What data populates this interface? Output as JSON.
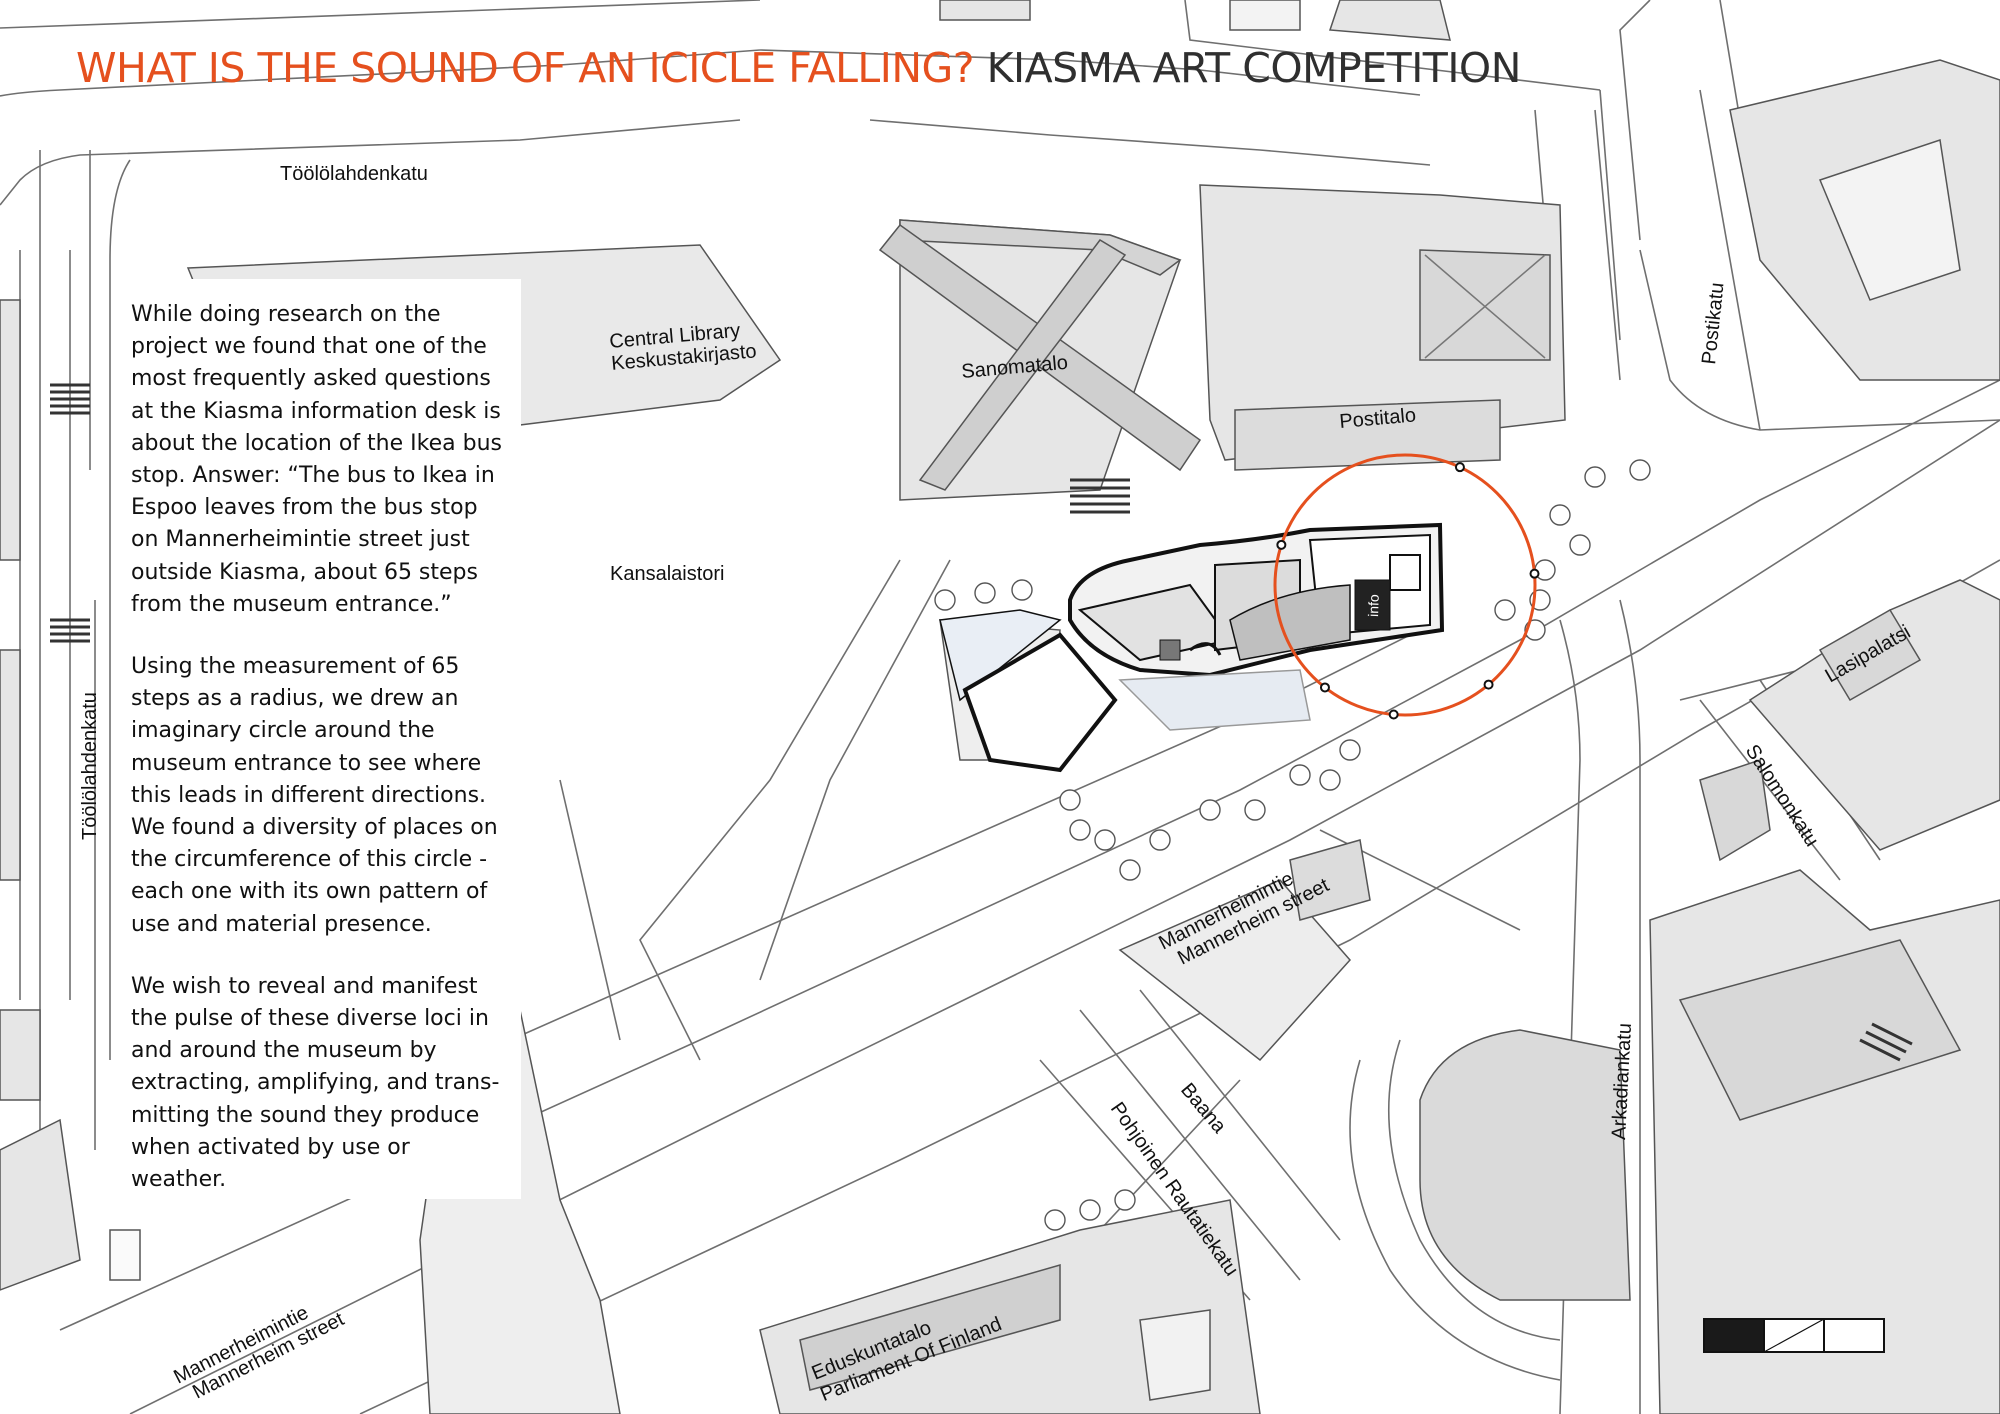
{
  "title": {
    "question": "WHAT IS THE SOUND OF AN ICICLE FALLING?",
    "competition": "KIASMA ART COMPETITION"
  },
  "text_panel": {
    "paragraph_1": "While doing research on the project we found that one of the most frequently asked questions at the Kiasma information desk is about the location of the Ikea bus stop.  Answer: “The bus to Ikea in Espoo leaves from the bus stop on Mannerheimintie street just outside Kiasma, about 65 steps from the museum entrance.”",
    "paragraph_2": "Using the measurement of 65 steps as a radius, we drew an imaginary circle around the museum entrance to see where this leads in different directions. We found a diversity of places on the circumference of this circle - each one with its own pattern of use and material presence.",
    "paragraph_3": "We wish to reveal and manifest the pulse of these diverse loci in and around the museum by extracting, amplifying, and trans-mitting the sound they produce when activated by use or weather."
  },
  "map_labels": {
    "toolonlahdenkatu_top": "Töölölahdenkatu",
    "toolonlahdenkatu_left": "Töölölahdenkatu",
    "central_library": "Central Library",
    "keskustakirjasto": "Keskustakirjasto",
    "sanomatalo": "Sanomatalo",
    "postitalo": "Postitalo",
    "postikatu": "Postikatu",
    "kansalaistori": "Kansalaistori",
    "info": "info",
    "lasipalatsi": "Lasipalatsi",
    "salomonkatu": "Salomonkatu",
    "mannerheimintie_mid": "Mannerheimintie",
    "mannerheim_street_mid": "Mannerheim street",
    "baana": "Baana",
    "pohjoinen_rautatiekatu": "Pohjoinen Rautatiekatu",
    "arkadiankatu": "Arkadiankatu",
    "mannerheimintie_low": "Mannerheimintie",
    "mannerheim_street_low": "Mannerheim street",
    "eduskuntatalo": "Eduskuntatalo",
    "parliament": "Parliament Of Finland"
  },
  "colors": {
    "accent_orange": "#e5501e",
    "building_fill": "#e6e6e6",
    "line_gray": "#555555",
    "museum_outline": "#111111"
  },
  "icons": {
    "scale_bar": "scale-bar-icon",
    "tree": "tree-icon"
  }
}
